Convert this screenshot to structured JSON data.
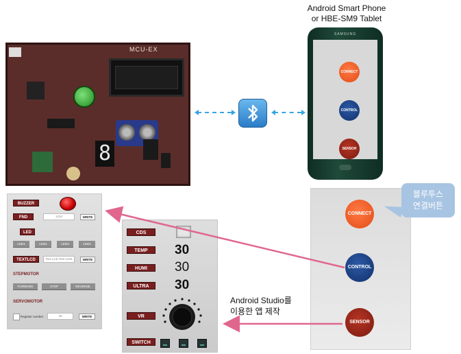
{
  "board": {
    "title": "MCU-EX",
    "seven_segment": "8"
  },
  "phone": {
    "caption_line1": "Android Smart Phone",
    "caption_line2": "or HBE-SM9 Tablet",
    "brand": "SAMSUNG",
    "buttons": [
      "CONNECT",
      "CONTROL",
      "SENSOR"
    ]
  },
  "app_panel": {
    "buttons": [
      "CONNECT",
      "CONTROL",
      "SENSOR"
    ]
  },
  "callout": {
    "line1": "블루투스",
    "line2": "연결버튼"
  },
  "left_app": {
    "labels": {
      "buzzer": "BUZZER",
      "fnd": "FND",
      "led": "LED",
      "textlcd": "TEXTLCD",
      "stepmotor": "STEPMOTOR",
      "servomotor": "SERVOMOTOR"
    },
    "fnd_input": "1234",
    "textlcd_input": "Text LCD Test 1234",
    "servo_input": "45",
    "write": "WRITE",
    "led_buttons": [
      "LED1",
      "LED2",
      "LED3",
      "LED4"
    ],
    "step_buttons": [
      "FORWARD",
      "STOP",
      "REVERSE"
    ],
    "servo_checkbox": "Register number"
  },
  "mid_app": {
    "labels": [
      "CDS",
      "TEMP",
      "HUMI",
      "ULTRA",
      "VR",
      "SWITCH"
    ],
    "values": [
      "30",
      "30",
      "30"
    ]
  },
  "annotation": {
    "line1": "Android Studio를",
    "line2": "이용한 앱 제작"
  },
  "colors": {
    "board": "#5a2d2a",
    "label_red": "#7a1f1f",
    "connect": "#e34b17",
    "control": "#12306a",
    "sensor": "#7a1a10",
    "arrow_pink": "#e0668e",
    "bluetooth_dash": "#39a4e0"
  }
}
